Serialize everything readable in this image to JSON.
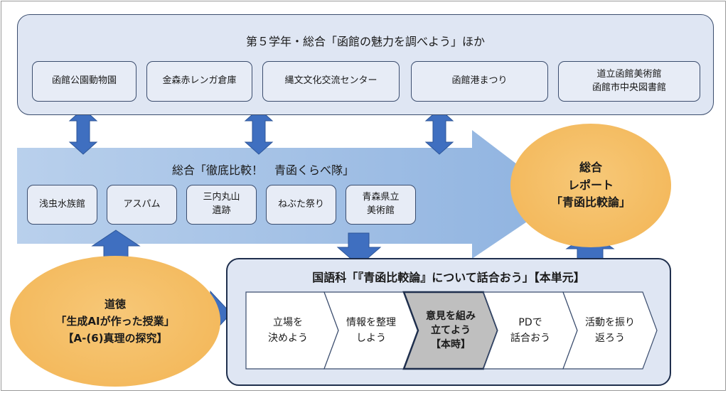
{
  "top_panel": {
    "title": "第５学年・総合「函館の魅力を調べよう」ほか",
    "items": [
      "函館公園動物園",
      "金森赤レンガ倉庫",
      "縄文文化交流センター",
      "函館港まつり",
      "道立函館美術館\n函館市中央図書館"
    ]
  },
  "middle_panel": {
    "title": "総合「徹底比較！　青函くらべ隊」",
    "items": [
      "浅虫水族館",
      "アスパム",
      "三内丸山\n遺跡",
      "ねぶた祭り",
      "青森県立\n美術館"
    ]
  },
  "report": {
    "text": "総合\nレポート\n「青函比較論」"
  },
  "moral": {
    "text": "道徳\n「生成AIが作った授業」\n【A-(6)真理の探究】"
  },
  "japanese": {
    "title": "国語科「『青函比較論』について話合おう」【本単元】",
    "steps": [
      "立場を\n決めよう",
      "情報を整理\nしよう",
      "意見を組み\n立てよう\n【本時】",
      "PDで\n話合おう",
      "活動を振り\n返ろう"
    ],
    "current_step_index": 2
  },
  "colors": {
    "panel_fill": "#dfe6f3",
    "panel_border": "#3b4d6e",
    "arrow_blue": "#3f6fc0",
    "big_arrow": "#9dbde3",
    "ellipse_fill": "#f5c26b",
    "current_step_fill": "#bfbfbf"
  }
}
